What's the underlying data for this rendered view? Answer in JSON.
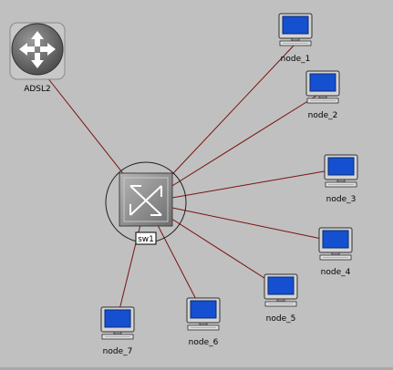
{
  "nodes": {
    "router": {
      "label": "ADSL2",
      "icon": "router-icon"
    },
    "switch": {
      "label": "sw1",
      "icon": "switch-icon"
    },
    "node_1": {
      "label": "node_1",
      "icon": "computer-icon"
    },
    "node_2": {
      "label": "node_2",
      "icon": "computer-icon"
    },
    "node_3": {
      "label": "node_3",
      "icon": "computer-icon"
    },
    "node_4": {
      "label": "node_4",
      "icon": "computer-icon"
    },
    "node_5": {
      "label": "node_5",
      "icon": "computer-icon"
    },
    "node_6": {
      "label": "node_6",
      "icon": "computer-icon"
    },
    "node_7": {
      "label": "node_7",
      "icon": "computer-icon"
    }
  },
  "colors": {
    "background": "#c0c0c0",
    "link": "#7a1212",
    "screen": "#1550d0",
    "monitor_frame": "#bcbcbc",
    "router_body": "#6a6a6a",
    "switch_body": "#8c8c8c"
  }
}
